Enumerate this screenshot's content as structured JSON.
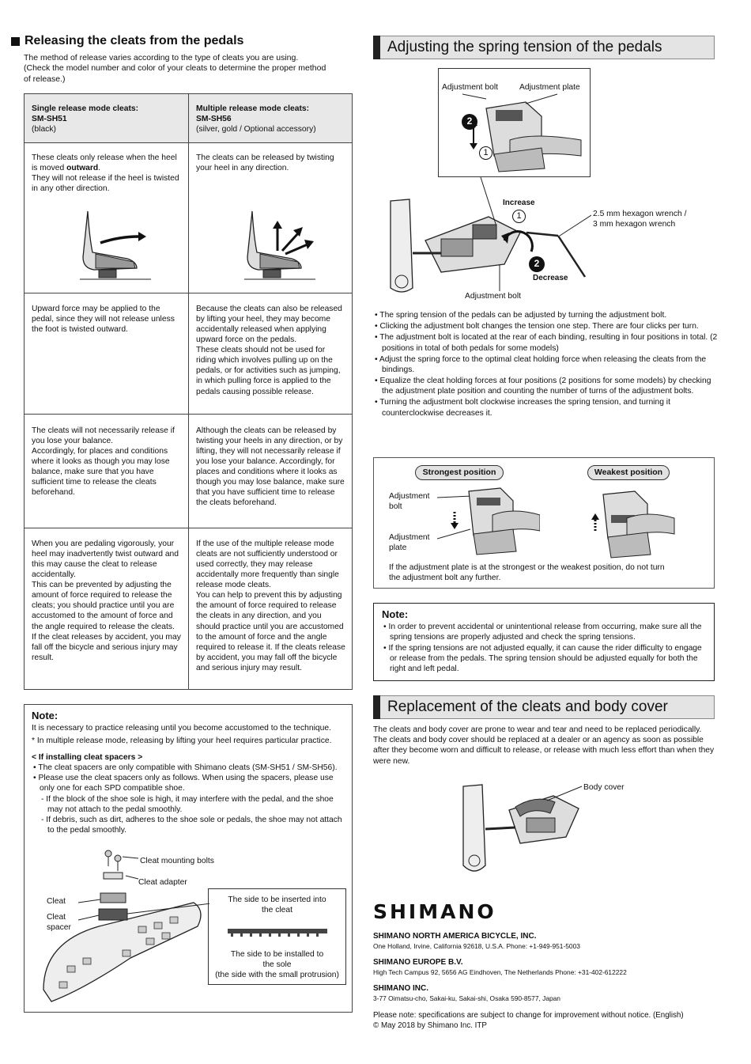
{
  "left": {
    "heading": "Releasing the cleats from the pedals",
    "intro": [
      "The method of release varies according to the type of cleats you are using.",
      "(Check the model number and color of your cleats to determine the proper method",
      "of release.)"
    ],
    "table": {
      "col1_head": [
        "Single release mode cleats:",
        "SM-SH51",
        "(black)"
      ],
      "col2_head": [
        "Multiple release mode cleats:",
        "SM-SH56",
        "(silver, gold / Optional accessory)"
      ],
      "r1c1_pre": "These cleats only release when the heel is moved ",
      "r1c1_bold": "outward",
      "r1c1_post": ".",
      "r1c1_b": "They will not release if the heel is twisted in any other direction.",
      "r1c2": "The cleats can be released by twisting your heel in any direction.",
      "r2c1": "Upward force may be applied to the pedal, since they will not release unless the foot is twisted outward.",
      "r2c2": "Because the cleats can also be released by lifting your heel, they may become accidentally released when applying upward force on the pedals.",
      "r2c2_b": "These cleats should not be used for riding which involves pulling up on the pedals, or for activities such as jumping, in which pulling force is applied to the pedals causing possible release.",
      "r3c1": "The cleats will not necessarily release if you lose your balance.",
      "r3c1_b": "Accordingly, for places and conditions where it looks as though you may lose balance, make sure that you have sufficient time to release the cleats beforehand.",
      "r3c2": "Although the cleats can be released by twisting your heels in any direction, or by lifting, they will not necessarily release if you lose your balance. Accordingly, for places and conditions where it looks as though you may lose balance, make sure that you have sufficient time to release the cleats beforehand.",
      "r4c1": "When you are pedaling vigorously, your heel may inadvertently twist outward and this may cause the cleat to release accidentally.",
      "r4c1_b": "This can be prevented by adjusting the amount of force required to release the cleats; you should practice until you are accustomed to the amount of force and the angle required to release the cleats. If the cleat releases by accident, you may fall off the bicycle and serious injury may result.",
      "r4c2": "If the use of the multiple release mode cleats are not sufficiently understood or used correctly,  they may release accidentally more frequently than single release mode cleats.",
      "r4c2_b": "You can help to prevent this by adjusting the amount of force required to release the cleats in any direction, and you should practice until you are accustomed to the amount of force and the angle required to release it. If the cleats release by accident, you may fall off the bicycle and serious injury may result."
    },
    "note": {
      "title": "Note:",
      "line1": "It is necessary to practice releasing until you become accustomed to the technique.",
      "line2": "* In multiple release mode, releasing by lifting your heel requires particular practice.",
      "spacers_head": "< If installing cleat spacers >",
      "b1": "• The cleat spacers are only compatible with Shimano cleats (SM-SH51 / SM-SH56).",
      "b2": "• Please use the cleat spacers only as follows. When using the spacers, please use only one for each SPD compatible shoe.",
      "d1": "- If the block of the shoe sole is high, it may interfere with the pedal, and the shoe may not attach to the pedal smoothly.",
      "d2": "- If debris, such as dirt, adheres to the shoe sole or pedals, the shoe may not attach to the pedal smoothly.",
      "lbl_bolts": "Cleat mounting bolts",
      "lbl_adapter": "Cleat adapter",
      "lbl_cleat": "Cleat",
      "lbl_spacer_1": "Cleat",
      "lbl_spacer_2": "spacer",
      "box_top_1": "The side to be inserted into",
      "box_top_2": "the cleat",
      "box_bot_1": "The side to be installed to",
      "box_bot_2": "the sole",
      "box_bot_3": "(the side with the small protrusion)"
    }
  },
  "right": {
    "spring": {
      "heading": "Adjusting the spring tension of the pedals",
      "lbl_bolt_top": "Adjustment bolt",
      "lbl_plate_top": "Adjustment plate",
      "num2": "2",
      "num1": "1",
      "lbl_increase": "Increase",
      "lbl_decrease": "Decrease",
      "lbl_wrench_1": "2.5 mm hexagon wrench /",
      "lbl_wrench_2": "3 mm hexagon wrench",
      "lbl_bolt_bottom": "Adjustment bolt",
      "bullets": [
        "• The spring tension of the pedals can be adjusted by turning the adjustment bolt.",
        "• Clicking the adjustment bolt changes the tension one step. There are four clicks per turn.",
        "• The adjustment bolt is located at the rear of each binding, resulting in four positions in total. (2 positions in total of both pedals for some models)",
        "• Adjust the spring force to the optimal cleat holding force when releasing the cleats from the bindings.",
        "• Equalize the cleat holding forces at four positions (2 positions for some models) by checking the adjustment plate position and counting the number of turns of the adjustment bolts.",
        "• Turning the adjustment bolt clockwise increases the spring tension, and turning it counterclockwise decreases it."
      ]
    },
    "positions": {
      "strongest": "Strongest position",
      "weakest": "Weakest position",
      "lbl_bolt_1": "Adjustment",
      "lbl_bolt_2": "bolt",
      "lbl_plate_1": "Adjustment",
      "lbl_plate_2": "plate",
      "caption_1": "If the adjustment plate is at the strongest or the weakest position, do not turn",
      "caption_2": "the adjustment bolt any further."
    },
    "note": {
      "title": "Note:",
      "b1": "• In order to prevent accidental or unintentional release from occurring, make sure all the spring tensions are properly adjusted and check the spring tensions.",
      "b2": "• If the spring tensions are not adjusted equally, it can cause the rider difficulty to engage or release from the pedals. The spring tension should be adjusted equally for both the right and left pedal."
    },
    "replace": {
      "heading": "Replacement of the cleats and body cover",
      "p1": "The cleats and body cover are prone to wear and tear and need to be replaced periodically.",
      "p2": "The cleats and body cover should be replaced at a dealer or an agency as soon as possible after they become worn and difficult to release, or release with much less effort than when they were new.",
      "lbl_body_cover": "Body cover"
    },
    "footer": {
      "logo": "SHIMANO",
      "co1_name": "SHIMANO NORTH AMERICA BICYCLE, INC.",
      "co1_addr": "One Holland, Irvine, California 92618, U.S.A. Phone: +1-949-951-5003",
      "co2_name": "SHIMANO EUROPE B.V.",
      "co2_addr": "High Tech Campus 92, 5656 AG Eindhoven, The Netherlands Phone: +31-402-612222",
      "co3_name": "SHIMANO INC.",
      "co3_addr": "3-77 Oimatsu-cho, Sakai-ku, Sakai-shi, Osaka 590-8577, Japan",
      "disclaimer": "Please note: specifications are subject to change for improvement without notice. (English)",
      "copyright": "© May 2018 by Shimano Inc.  ITP"
    }
  }
}
